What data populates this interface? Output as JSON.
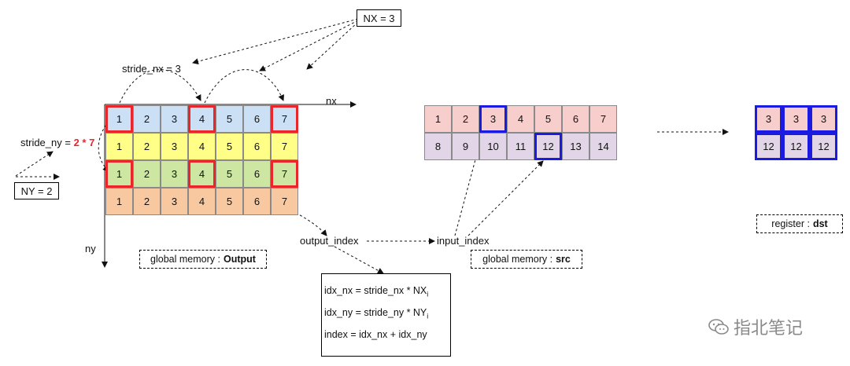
{
  "labels": {
    "nx_const": "NX = 3",
    "ny_const": "NY = 2",
    "stride_nx": "stride_nx = 3",
    "stride_ny_prefix": "stride_ny = ",
    "stride_ny_value": "2 * 7",
    "axis_nx": "nx",
    "axis_ny": "ny",
    "output_index": "output_index",
    "input_index": "input_index"
  },
  "boxes": {
    "output_mem_prefix": "global memory :",
    "output_mem_name": "Output",
    "src_mem_prefix": "global memory :",
    "src_mem_name": "src",
    "dst_mem_prefix": "register :",
    "dst_mem_name": "dst"
  },
  "formula": {
    "line1": "idx_nx = stride_nx * NX",
    "line1_sub": "i",
    "line2": "idx_ny = stride_ny * NY",
    "line2_sub": "i",
    "line3": "index = idx_nx + idx_ny"
  },
  "output_grid": {
    "rows": [
      {
        "color": "#cce0f5",
        "values": [
          "1",
          "2",
          "3",
          "4",
          "5",
          "6",
          "7"
        ]
      },
      {
        "color": "#ffff88",
        "values": [
          "1",
          "2",
          "3",
          "4",
          "5",
          "6",
          "7"
        ]
      },
      {
        "color": "#cde6a2",
        "values": [
          "1",
          "2",
          "3",
          "4",
          "5",
          "6",
          "7"
        ]
      },
      {
        "color": "#f8c9a0",
        "values": [
          "1",
          "2",
          "3",
          "4",
          "5",
          "6",
          "7"
        ]
      }
    ],
    "highlighted": [
      [
        0,
        0
      ],
      [
        0,
        3
      ],
      [
        0,
        6
      ],
      [
        2,
        0
      ],
      [
        2,
        3
      ],
      [
        2,
        6
      ]
    ]
  },
  "src_grid": {
    "rows": [
      {
        "color": "#f8cecc",
        "values": [
          "1",
          "2",
          "3",
          "4",
          "5",
          "6",
          "7"
        ]
      },
      {
        "color": "#e1d5e7",
        "values": [
          "8",
          "9",
          "10",
          "11",
          "12",
          "13",
          "14"
        ]
      }
    ],
    "highlighted": [
      [
        0,
        2
      ],
      [
        1,
        4
      ]
    ]
  },
  "dst_grid": {
    "rows": [
      {
        "color": "#f8cecc",
        "values": [
          "3",
          "3",
          "3"
        ]
      },
      {
        "color": "#e1d5e7",
        "values": [
          "12",
          "12",
          "12"
        ]
      }
    ]
  },
  "watermark": "指北笔记",
  "colors": {
    "highlight_red": "#e8262b",
    "highlight_blue": "#1a1ae0"
  }
}
